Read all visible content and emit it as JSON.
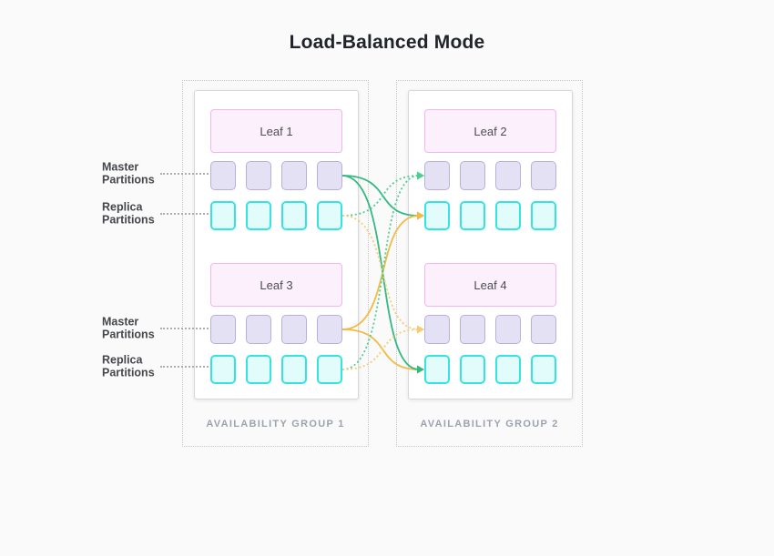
{
  "title": "Load-Balanced Mode",
  "row_labels": {
    "master": "Master Partitions",
    "replica": "Replica Partitions"
  },
  "partitions_per_row": 4,
  "groups": [
    {
      "label": "AVAILABILITY GROUP 1",
      "leaves": [
        {
          "name": "Leaf 1"
        },
        {
          "name": "Leaf 3"
        }
      ]
    },
    {
      "label": "AVAILABILITY GROUP 2",
      "leaves": [
        {
          "name": "Leaf 2"
        },
        {
          "name": "Leaf 4"
        }
      ]
    }
  ],
  "partition_colors": {
    "master_fill": "#e5e1f4",
    "master_border": "#b7b0dd",
    "replica_fill": "#e2fcfb",
    "replica_border": "#33e4e0",
    "leaf_fill": "#fdf0fd",
    "leaf_border": "#f3b5ef"
  },
  "line_colors": {
    "solid_green": "#33b981",
    "solid_orange": "#f3ba44",
    "dotted_green": "#4fce93",
    "dotted_orange": "#f6cc72"
  },
  "connections": [
    {
      "from": {
        "leaf": "Leaf 1",
        "row": "master"
      },
      "to": {
        "leaf": "Leaf 2",
        "row": "replica"
      },
      "color": "solid_green",
      "dashed": false
    },
    {
      "from": {
        "leaf": "Leaf 3",
        "row": "master"
      },
      "to": {
        "leaf": "Leaf 2",
        "row": "replica"
      },
      "color": "solid_orange",
      "dashed": false
    },
    {
      "from": {
        "leaf": "Leaf 3",
        "row": "master"
      },
      "to": {
        "leaf": "Leaf 4",
        "row": "replica"
      },
      "color": "solid_orange",
      "dashed": false
    },
    {
      "from": {
        "leaf": "Leaf 1",
        "row": "master"
      },
      "to": {
        "leaf": "Leaf 4",
        "row": "replica"
      },
      "color": "solid_green",
      "dashed": false
    },
    {
      "from": {
        "leaf": "Leaf 1",
        "row": "replica"
      },
      "to": {
        "leaf": "Leaf 2",
        "row": "master"
      },
      "color": "dotted_green",
      "dashed": true
    },
    {
      "from": {
        "leaf": "Leaf 3",
        "row": "replica"
      },
      "to": {
        "leaf": "Leaf 2",
        "row": "master"
      },
      "color": "dotted_green",
      "dashed": true
    },
    {
      "from": {
        "leaf": "Leaf 1",
        "row": "replica"
      },
      "to": {
        "leaf": "Leaf 4",
        "row": "master"
      },
      "color": "dotted_orange",
      "dashed": true
    },
    {
      "from": {
        "leaf": "Leaf 3",
        "row": "replica"
      },
      "to": {
        "leaf": "Leaf 4",
        "row": "master"
      },
      "color": "dotted_orange",
      "dashed": true
    }
  ]
}
